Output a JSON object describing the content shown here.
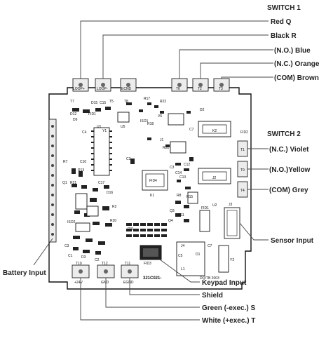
{
  "labels": {
    "switch1": "SWITCH 1",
    "red_q": "Red Q",
    "black_r": "Black R",
    "no_blue": "(N.O.) Blue",
    "nc_orange": "(N.C.) Orange",
    "com_brown": "(COM) Brown",
    "switch2": "SWITCH 2",
    "nc_violet": "(N.C.) Violet",
    "no_yellow": "(N.O.)Yellow",
    "com_grey": "(COM) Grey",
    "sensor_input": "Sensor Input",
    "battery_input": "Battery Input",
    "keypad_input": "Keypad Input",
    "shield": "Shield",
    "green": "Green (-exec.) S",
    "white": "White (+exec.) T"
  },
  "board": {
    "top_terminals": [
      "LOOP+",
      "LOOP-",
      "ECND",
      "T6",
      "T2",
      "T3"
    ],
    "top_ids": [
      "T7",
      "T5",
      "T8"
    ],
    "bottom_terminals": [
      "+24V",
      "GND",
      "EGND"
    ],
    "bottom_ids": [
      "T10",
      "T12",
      "T11"
    ],
    "right_ids": [
      "T1",
      "T9",
      "T4"
    ],
    "model": "321C021-",
    "date": "DQ/TB 2003",
    "refs": [
      "U1",
      "U2",
      "U5",
      "Y1",
      "Y2",
      "V2",
      "K1",
      "K2",
      "J2",
      "J3",
      "J4",
      "L1",
      "FID1",
      "FID2",
      "FID3",
      "FID4",
      "D1",
      "D2",
      "D3",
      "D7",
      "D8",
      "D9",
      "D10",
      "D11",
      "D12",
      "D15",
      "D16",
      "C1",
      "C2",
      "C3",
      "C4",
      "C5",
      "C7",
      "C9",
      "C10",
      "C11",
      "C12",
      "C13",
      "C14",
      "C15",
      "C17",
      "R2",
      "R5",
      "R7",
      "R8",
      "R13",
      "R15",
      "R17",
      "R18",
      "R20",
      "R21",
      "R22",
      "Q1",
      "Q2",
      "Q3",
      "Q4",
      "ISO1",
      "ISO2",
      "V6",
      "J1"
    ]
  }
}
